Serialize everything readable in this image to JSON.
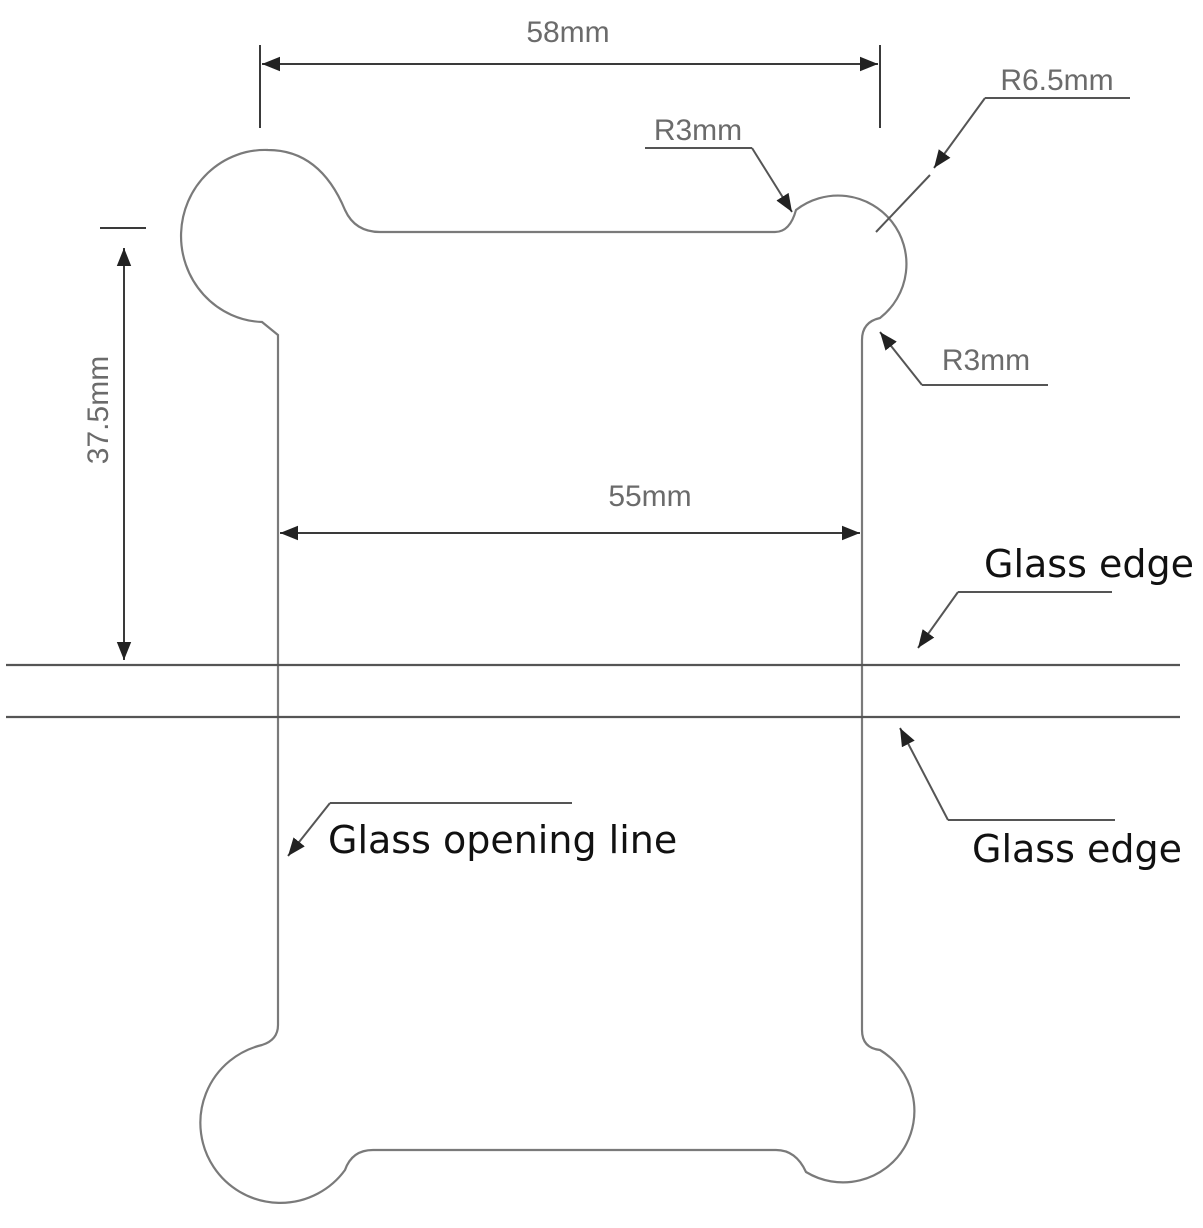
{
  "dimensions": {
    "width_top": "58mm",
    "width_inner": "55mm",
    "height_left": "37.5mm",
    "radius_large": "R6.5mm",
    "radius_small_top": "R3mm",
    "radius_small_right": "R3mm"
  },
  "annotations": {
    "glass_edge_upper": "Glass edge",
    "glass_edge_lower": "Glass edge",
    "glass_opening_line": "Glass opening line"
  }
}
